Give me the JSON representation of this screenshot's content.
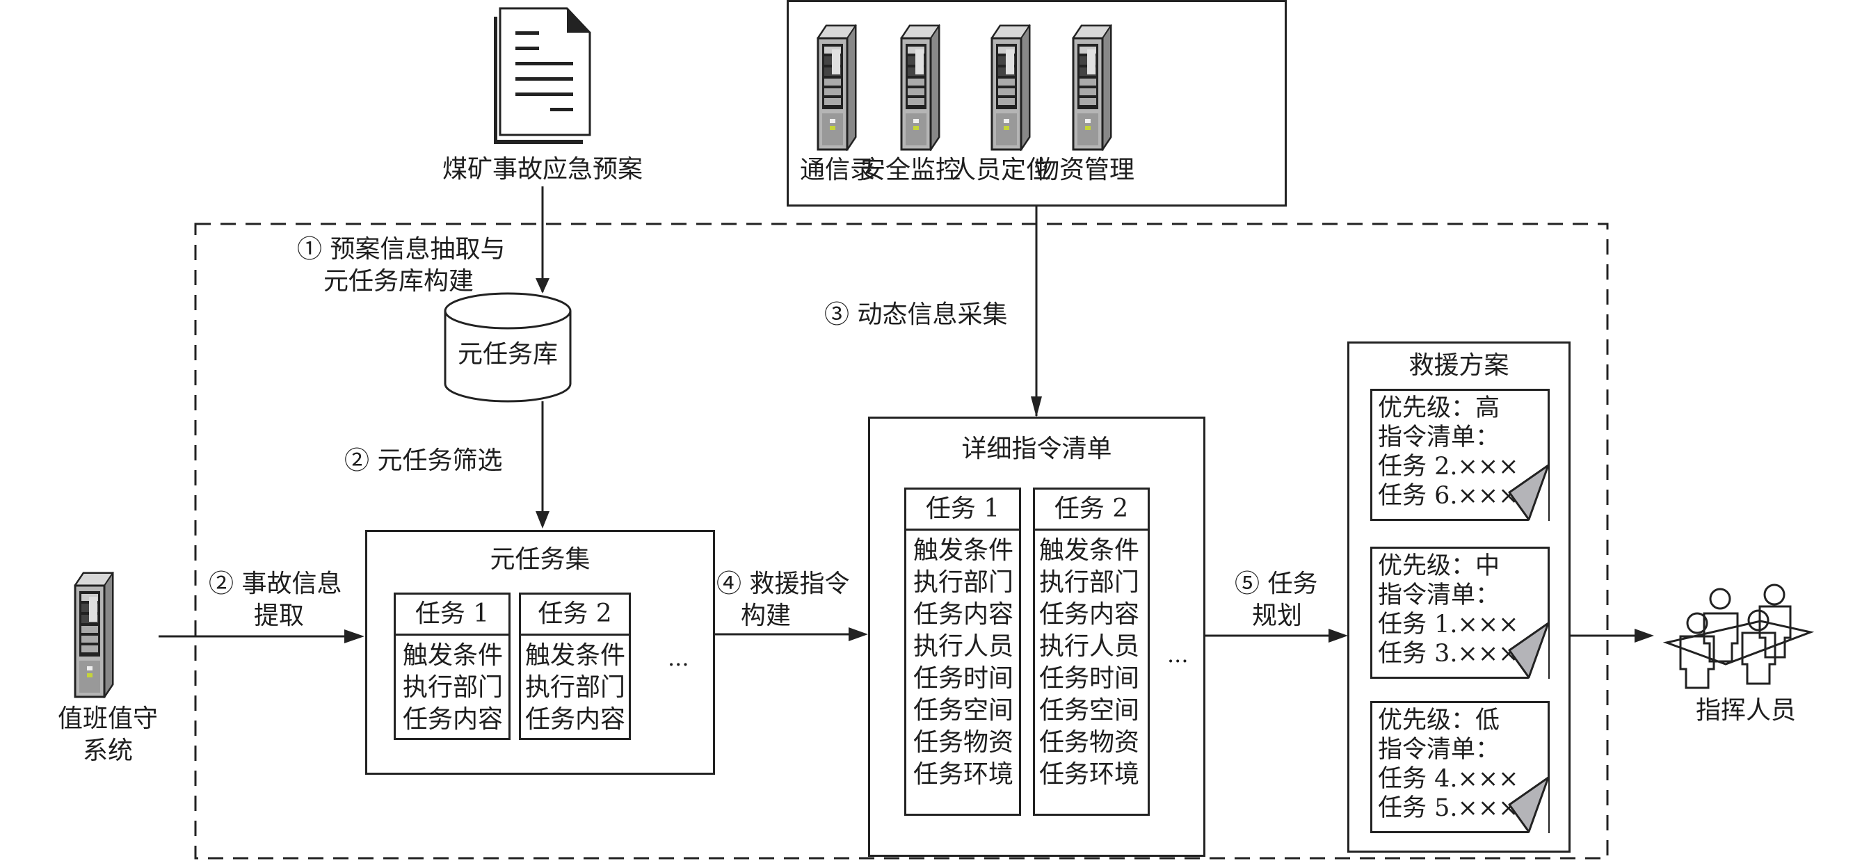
{
  "diagram": {
    "top_sources": {
      "plan_document": {
        "label": "煤矿事故应急预案",
        "icon": "document-stack-icon"
      },
      "info_systems": [
        {
          "label": "通信录",
          "icon": "server-tower-icon"
        },
        {
          "label": "安全监控",
          "icon": "server-tower-icon"
        },
        {
          "label": "人员定位",
          "icon": "server-tower-icon"
        },
        {
          "label": "物资管理",
          "icon": "server-tower-icon"
        }
      ]
    },
    "left_system": {
      "line1": "值班值守",
      "line2": "系统",
      "icon": "server-tower-icon"
    },
    "steps": {
      "step1": {
        "line1": "① 预案信息抽取与",
        "line2": "元任务库构建"
      },
      "step2a": {
        "label": "② 元任务筛选"
      },
      "step2b": {
        "line1": "② 事故信息",
        "line2": "提取"
      },
      "step3": {
        "label": "③ 动态信息采集"
      },
      "step4": {
        "line1": "④ 救援指令",
        "line2": "构建"
      },
      "step5": {
        "line1": "⑤ 任务",
        "line2": "规划"
      }
    },
    "meta_task_db": {
      "label": "元任务库",
      "icon": "database-cylinder-icon"
    },
    "meta_task_set": {
      "title": "元任务集",
      "tasks": [
        {
          "name": "任务 1",
          "fields": [
            "触发条件",
            "执行部门",
            "任务内容"
          ]
        },
        {
          "name": "任务 2",
          "fields": [
            "触发条件",
            "执行部门",
            "任务内容"
          ]
        }
      ],
      "more": "..."
    },
    "instruction_list": {
      "title": "详细指令清单",
      "tasks": [
        {
          "name": "任务 1",
          "fields": [
            "触发条件",
            "执行部门",
            "任务内容",
            "执行人员",
            "任务时间",
            "任务空间",
            "任务物资",
            "任务环境"
          ]
        },
        {
          "name": "任务 2",
          "fields": [
            "触发条件",
            "执行部门",
            "任务内容",
            "执行人员",
            "任务时间",
            "任务空间",
            "任务物资",
            "任务环境"
          ]
        }
      ],
      "more": "..."
    },
    "rescue_plan": {
      "title": "救援方案",
      "notes": [
        {
          "priority": "优先级：高",
          "list_label": "指令清单：",
          "items": [
            "任务 2.×××",
            "任务 6.×××"
          ]
        },
        {
          "priority": "优先级：中",
          "list_label": "指令清单：",
          "items": [
            "任务 1.×××",
            "任务 3.×××"
          ]
        },
        {
          "priority": "优先级：低",
          "list_label": "指令清单：",
          "items": [
            "任务 4.×××",
            "任务 5.×××"
          ]
        }
      ]
    },
    "commanders": {
      "label": "指挥人员",
      "icon": "people-group-icon"
    },
    "colors": {
      "line": "#222222",
      "fold": "#b4b4b8",
      "server_body": "#a8a8a8"
    }
  }
}
